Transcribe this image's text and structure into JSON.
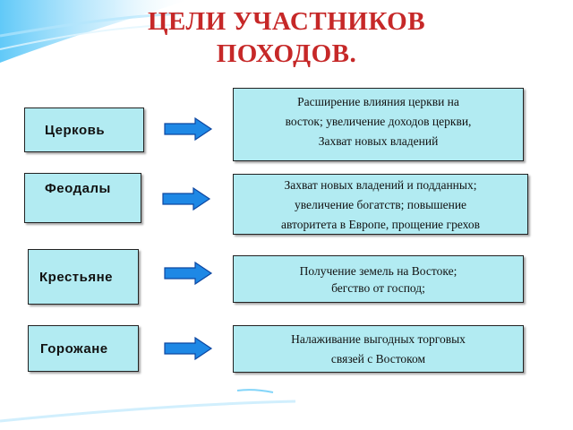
{
  "title_line1": "ЦЕЛИ УЧАСТНИКОВ",
  "title_line2": "ПОХОДОВ.",
  "colors": {
    "title": "#c62828",
    "box_fill": "#b2ebf2",
    "arrow_fill": "#1e88e5"
  },
  "rows": [
    {
      "actor": "Церковь",
      "goal": [
        "Расширение влияния церкви на",
        "восток; увеличение доходов церкви,",
        "Захват новых владений"
      ],
      "arrow_icon": "arrow-right-icon"
    },
    {
      "actor": "Феодалы",
      "goal": [
        "Захват новых владений и подданных;",
        "увеличение богатств; повышение",
        "авторитета в Европе, прощение грехов"
      ],
      "arrow_icon": "arrow-right-icon"
    },
    {
      "actor": "Крестьяне",
      "goal": [
        "Получение земель на Востоке;",
        "бегство от господ;"
      ],
      "arrow_icon": "arrow-right-icon"
    },
    {
      "actor": "Горожане",
      "goal": [
        "Налаживание выгодных торговых",
        "связей с Востоком"
      ],
      "arrow_icon": "arrow-right-icon"
    }
  ]
}
